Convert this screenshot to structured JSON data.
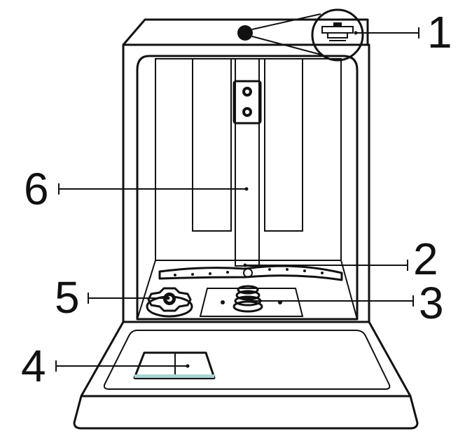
{
  "diagram": {
    "callouts": [
      {
        "number": "1",
        "part": "top-spray-nozzle"
      },
      {
        "number": "2",
        "part": "lower-spray-arm"
      },
      {
        "number": "3",
        "part": "filter-assembly"
      },
      {
        "number": "4",
        "part": "detergent-dispenser"
      },
      {
        "number": "5",
        "part": "rinse-aid-cap"
      },
      {
        "number": "6",
        "part": "upper-spray-tube"
      }
    ],
    "colors": {
      "line": "#111111",
      "panel_fill": "#ffffff",
      "dispenser_stripe": "#a8d4d0"
    }
  }
}
